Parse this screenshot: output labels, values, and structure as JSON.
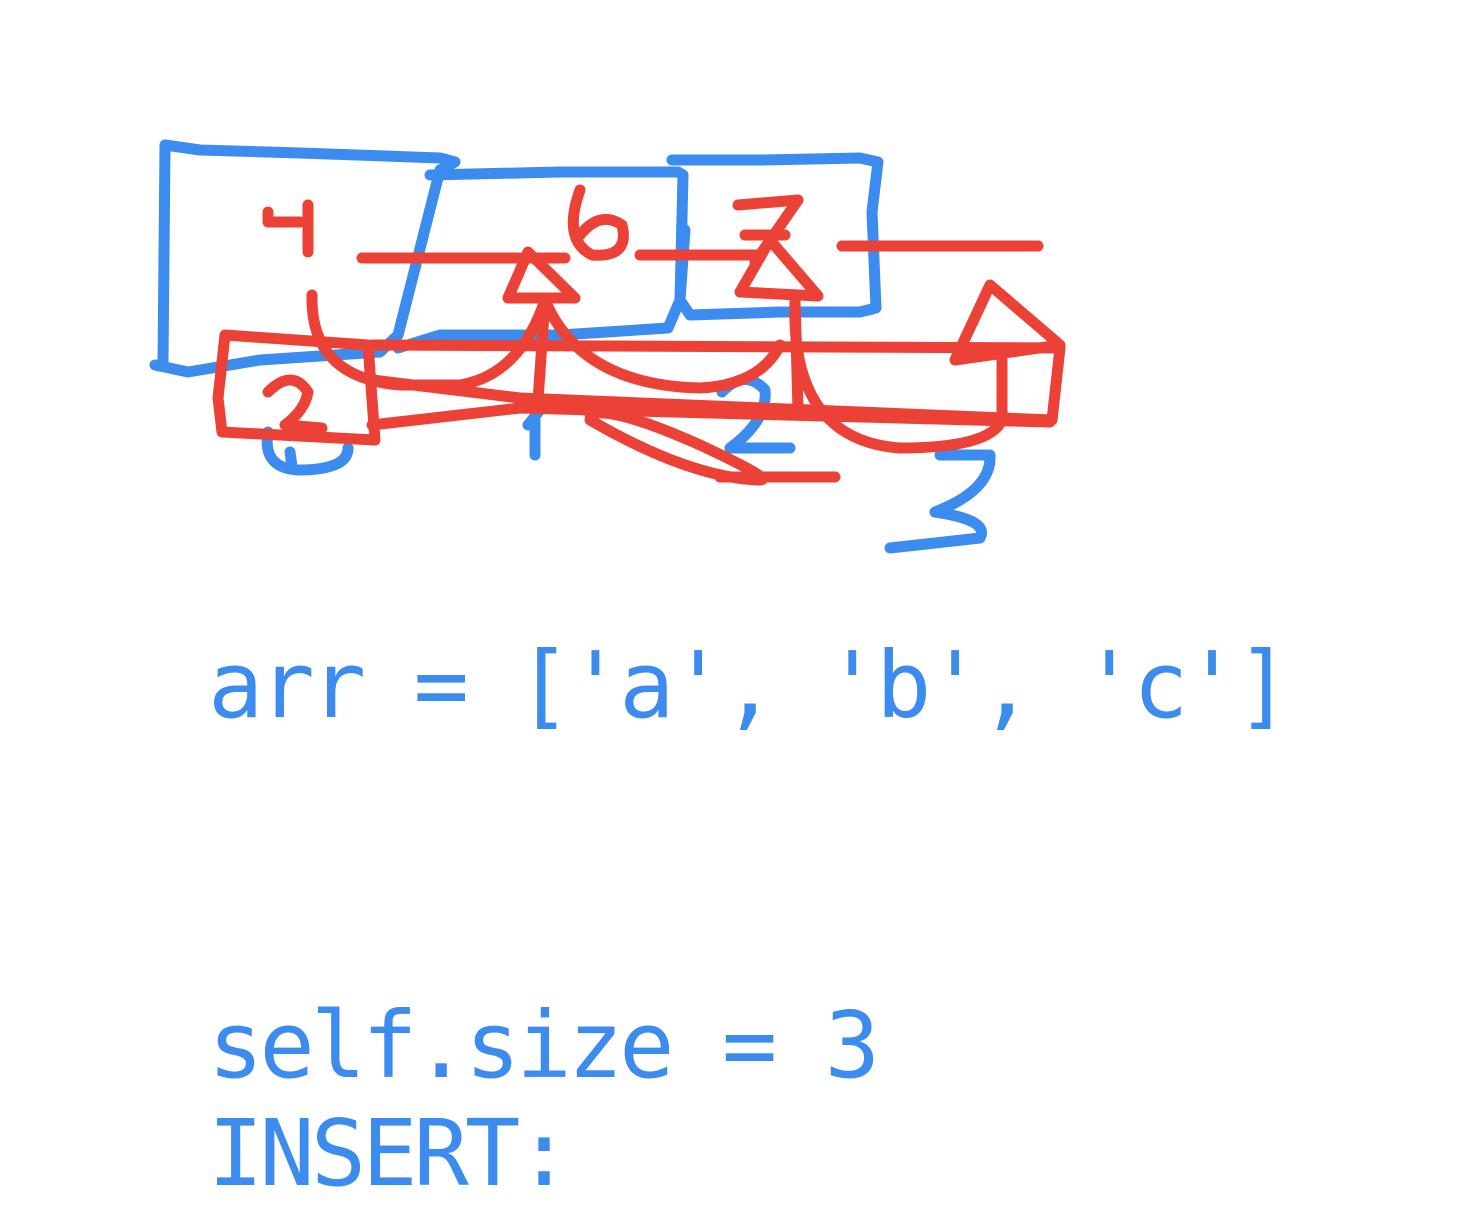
{
  "colors": {
    "ink_blue": "#3c8bee",
    "ink_red": "#ec4136",
    "background": "#ffffff"
  },
  "code": {
    "arr_line": "arr = ['a', 'b', 'c']",
    "size_line": "self.size = 3",
    "insert_line": "INSERT:"
  },
  "sketch": {
    "blue_labels": [
      "1",
      "2",
      "3",
      "3"
    ],
    "red_labels": [
      "4",
      "6",
      "7",
      "2"
    ]
  }
}
